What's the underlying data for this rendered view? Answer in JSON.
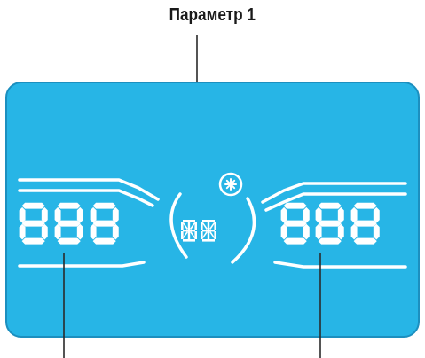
{
  "callout": {
    "label": "Параметр 1"
  },
  "display": {
    "background_color": "#27b5e6",
    "segment_color": "#ffffff",
    "left_readout": "888",
    "center_readout": "88",
    "right_readout": "888",
    "icon": "gear-icon"
  }
}
